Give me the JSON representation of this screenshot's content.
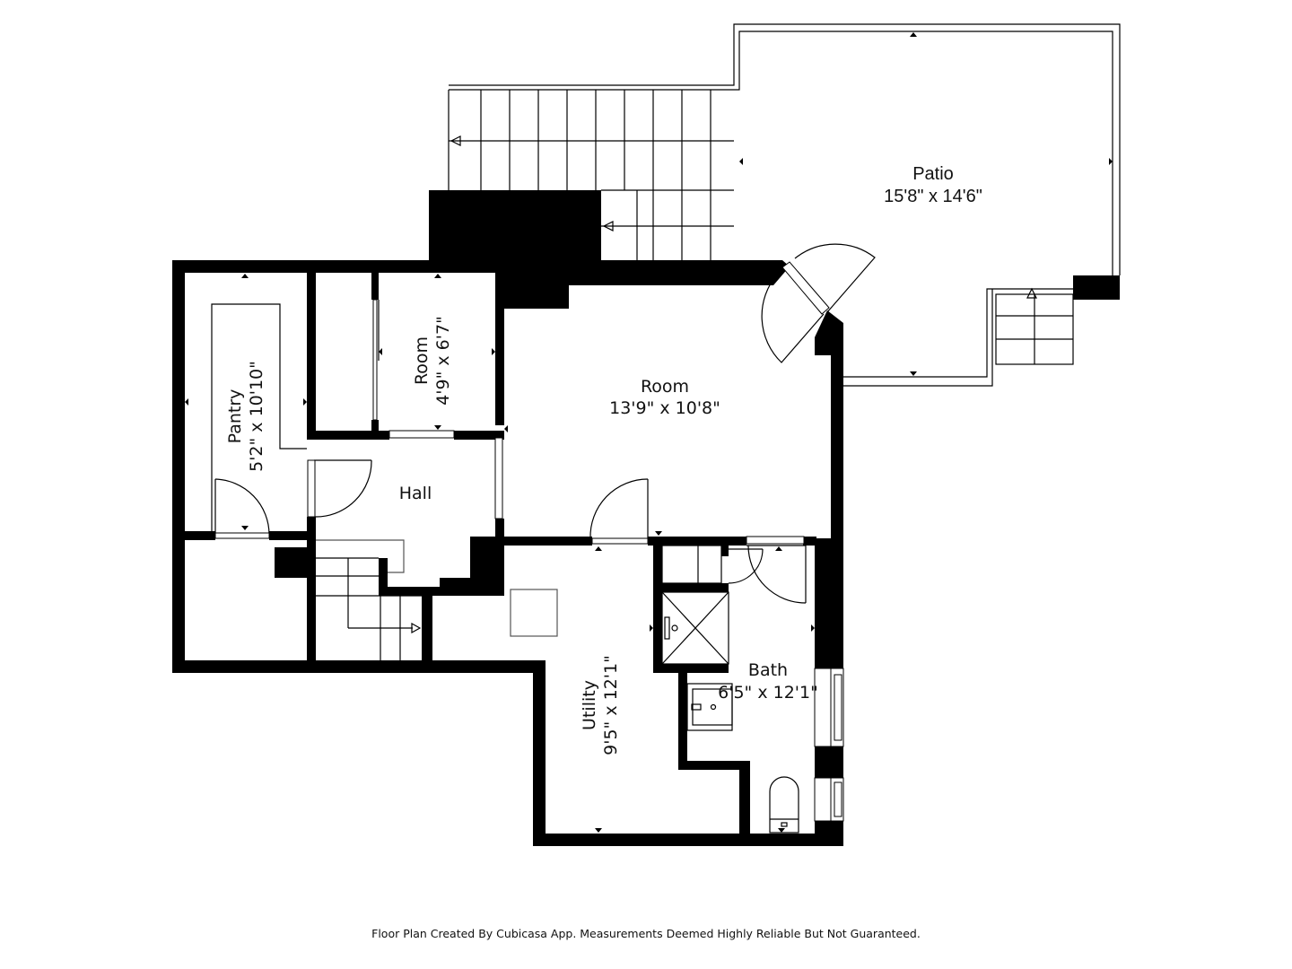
{
  "floor_plan": {
    "rooms": [
      {
        "id": "patio",
        "name": "Patio",
        "dimensions": "15'8\" x 14'6\""
      },
      {
        "id": "room-main",
        "name": "Room",
        "dimensions": "13'9\" x 10'8\""
      },
      {
        "id": "room-small",
        "name": "Room",
        "dimensions": "4'9\" x 6'7\""
      },
      {
        "id": "pantry",
        "name": "Pantry",
        "dimensions": "5'2\" x 10'10\""
      },
      {
        "id": "hall",
        "name": "Hall",
        "dimensions": ""
      },
      {
        "id": "utility",
        "name": "Utility",
        "dimensions": "9'5\" x 12'1\""
      },
      {
        "id": "bath",
        "name": "Bath",
        "dimensions": "6'5\" x 12'1\""
      }
    ],
    "colors": {
      "wall": "#000000",
      "background": "#ffffff",
      "line": "#000000"
    }
  },
  "footer": {
    "disclaimer": "Floor Plan Created By Cubicasa App. Measurements Deemed Highly Reliable But Not Guaranteed."
  }
}
